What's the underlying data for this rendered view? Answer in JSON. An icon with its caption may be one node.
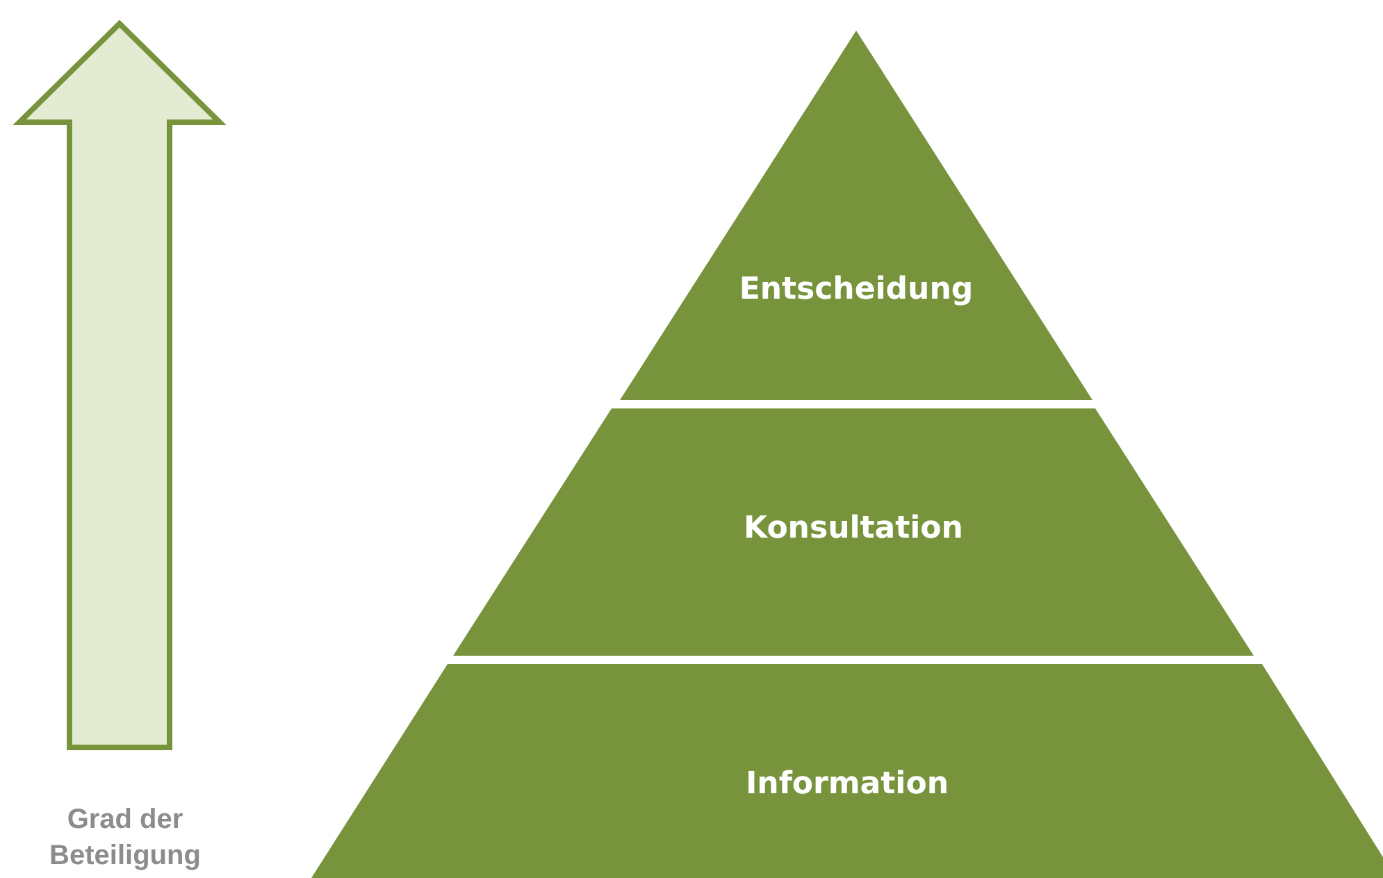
{
  "diagram": {
    "nodes": [
      {
        "text": [
          "Entscheidung"
        ]
      },
      {
        "text": [
          "Konsultation"
        ]
      },
      {
        "text": [
          "Information"
        ]
      }
    ],
    "labels": [
      "Grad der Beteiligung"
    ]
  }
}
